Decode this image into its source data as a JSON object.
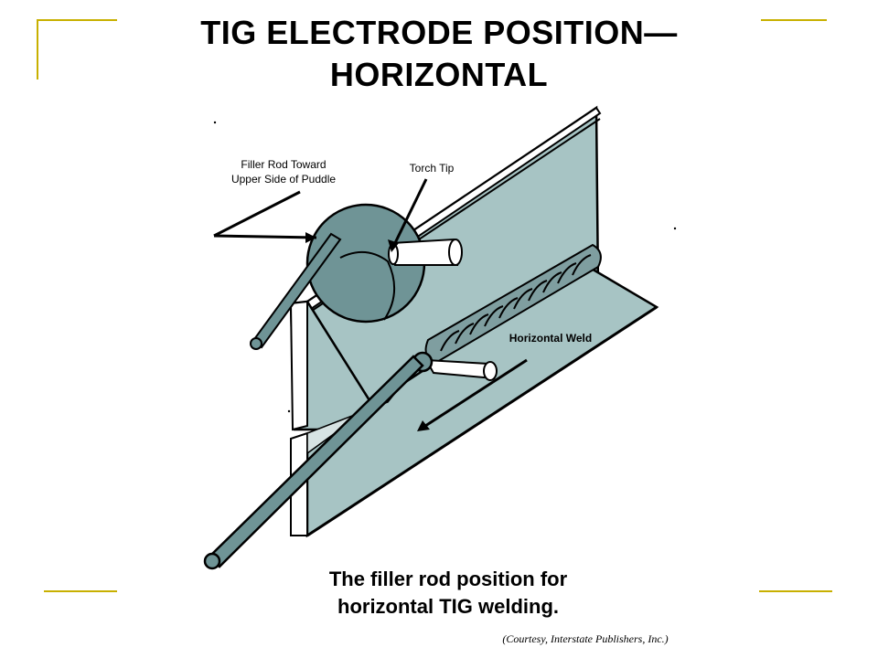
{
  "title": {
    "line1": "TIG ELECTRODE POSITION—",
    "line2": "HORIZONTAL"
  },
  "diagram": {
    "label_filler_line1": "Filler Rod Toward",
    "label_filler_line2": "Upper Side of Puddle",
    "label_torch": "Torch Tip",
    "label_weld": "Horizontal Weld"
  },
  "caption": {
    "line1": "The filler rod position for",
    "line2": "horizontal TIG welding."
  },
  "courtesy": "(Courtesy, Interstate Publishers, Inc.)",
  "colors": {
    "plate": "#a7c4c4",
    "plate_dark": "#8fb0b0",
    "magnifier": "#6f9496",
    "template_gold": "#c8b000"
  }
}
